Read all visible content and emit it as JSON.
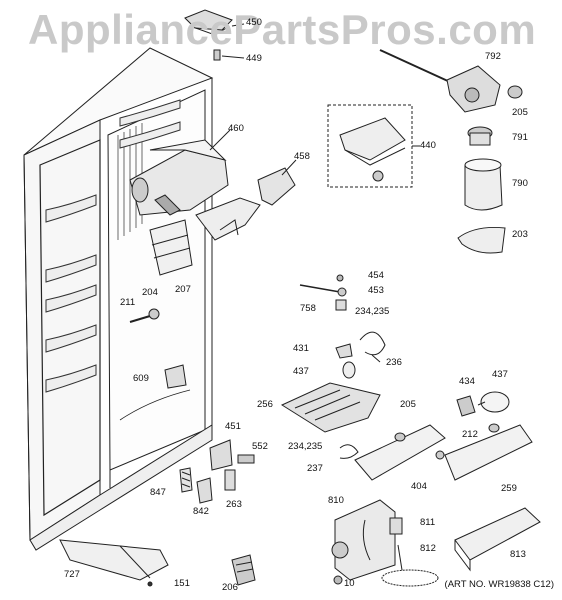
{
  "watermark": "AppliancePartsPros.com",
  "art_number": "(ART NO. WR19838 C12)",
  "parts": [
    {
      "id": "p450",
      "label": "450"
    },
    {
      "id": "p449",
      "label": "449"
    },
    {
      "id": "p792",
      "label": "792"
    },
    {
      "id": "p205a",
      "label": "205"
    },
    {
      "id": "p791",
      "label": "791"
    },
    {
      "id": "p440",
      "label": "440"
    },
    {
      "id": "p460",
      "label": "460"
    },
    {
      "id": "p458",
      "label": "458"
    },
    {
      "id": "p790",
      "label": "790"
    },
    {
      "id": "p203",
      "label": "203"
    },
    {
      "id": "p454",
      "label": "454"
    },
    {
      "id": "p453",
      "label": "453"
    },
    {
      "id": "p758",
      "label": "758"
    },
    {
      "id": "p234a",
      "label": "234,235"
    },
    {
      "id": "p207",
      "label": "207"
    },
    {
      "id": "p211",
      "label": "211"
    },
    {
      "id": "p204",
      "label": "204"
    },
    {
      "id": "p431",
      "label": "431"
    },
    {
      "id": "p236",
      "label": "236"
    },
    {
      "id": "p437a",
      "label": "437"
    },
    {
      "id": "p609",
      "label": "609"
    },
    {
      "id": "p434",
      "label": "434"
    },
    {
      "id": "p437b",
      "label": "437"
    },
    {
      "id": "p256",
      "label": "256"
    },
    {
      "id": "p205b",
      "label": "205"
    },
    {
      "id": "p212",
      "label": "212"
    },
    {
      "id": "p451",
      "label": "451"
    },
    {
      "id": "p552",
      "label": "552"
    },
    {
      "id": "p234b",
      "label": "234,235"
    },
    {
      "id": "p237",
      "label": "237"
    },
    {
      "id": "p404",
      "label": "404"
    },
    {
      "id": "p259",
      "label": "259"
    },
    {
      "id": "p847",
      "label": "847"
    },
    {
      "id": "p842",
      "label": "842"
    },
    {
      "id": "p263",
      "label": "263"
    },
    {
      "id": "p810",
      "label": "810"
    },
    {
      "id": "p811",
      "label": "811"
    },
    {
      "id": "p812",
      "label": "812"
    },
    {
      "id": "p813",
      "label": "813"
    },
    {
      "id": "p727",
      "label": "727"
    },
    {
      "id": "p151",
      "label": "151"
    },
    {
      "id": "p206",
      "label": "206"
    },
    {
      "id": "p10",
      "label": "10"
    }
  ]
}
